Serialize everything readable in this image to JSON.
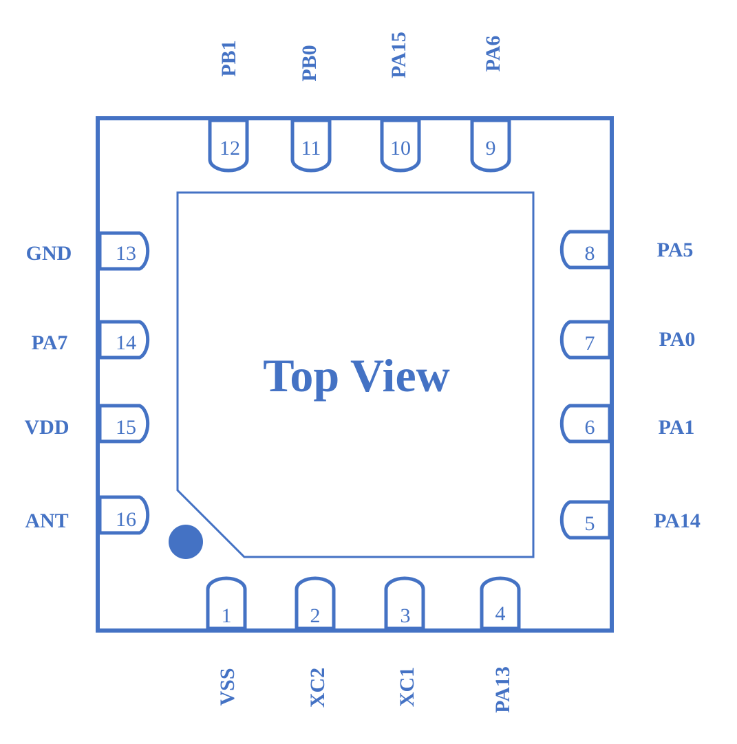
{
  "accent_color": "#4472C4",
  "title": "Top View",
  "pins": {
    "bottom": [
      {
        "number": "1",
        "name": "VSS"
      },
      {
        "number": "2",
        "name": "XC2"
      },
      {
        "number": "3",
        "name": "XC1"
      },
      {
        "number": "4",
        "name": "PA13"
      }
    ],
    "right": [
      {
        "number": "5",
        "name": "PA14"
      },
      {
        "number": "6",
        "name": "PA1"
      },
      {
        "number": "7",
        "name": "PA0"
      },
      {
        "number": "8",
        "name": "PA5"
      }
    ],
    "top": [
      {
        "number": "9",
        "name": "PA6"
      },
      {
        "number": "10",
        "name": "PA15"
      },
      {
        "number": "11",
        "name": "PB0"
      },
      {
        "number": "12",
        "name": "PB1"
      }
    ],
    "left": [
      {
        "number": "13",
        "name": "GND"
      },
      {
        "number": "14",
        "name": "PA7"
      },
      {
        "number": "15",
        "name": "VDD"
      },
      {
        "number": "16",
        "name": "ANT"
      }
    ]
  }
}
